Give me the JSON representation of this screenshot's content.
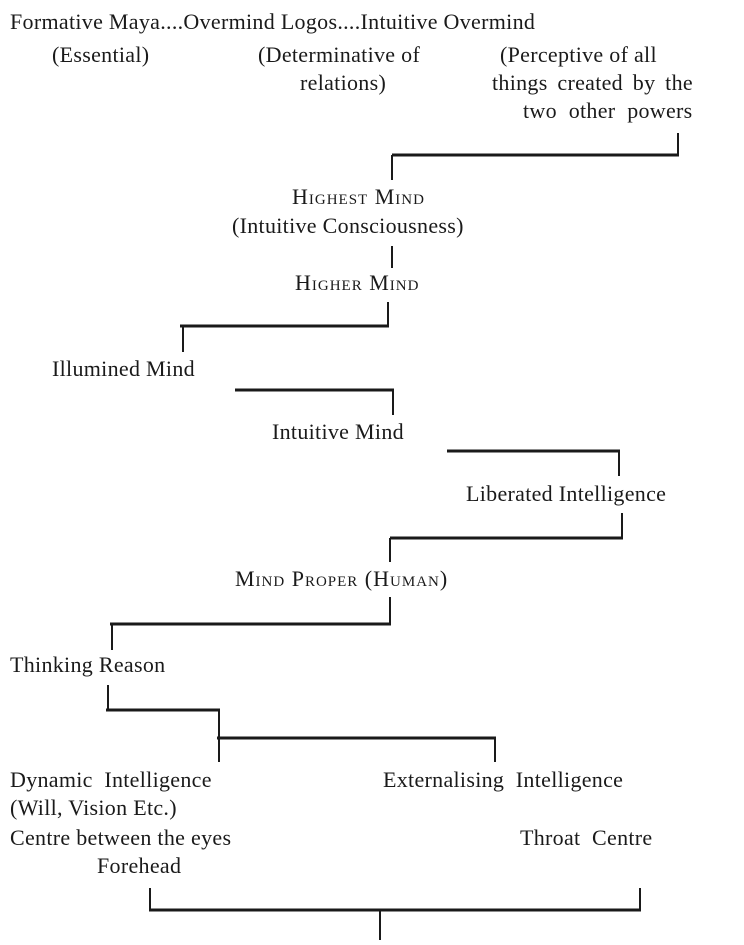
{
  "top_row": {
    "line1": "Formative Maya....Overmind Logos....Intuitive Overmind",
    "formative_sub": "(Essential)",
    "logos_sub1": "(Determinative of",
    "logos_sub2": "relations)",
    "overmind_sub1": "(Perceptive of all",
    "overmind_sub2": "things created by the",
    "overmind_sub3": "two other powers"
  },
  "levels": {
    "highest_mind": "Highest Mind",
    "highest_mind_sub": "(Intuitive Consciousness)",
    "higher_mind": "Higher Mind",
    "illumined_mind": "Illumined Mind",
    "intuitive_mind": "Intuitive Mind",
    "liberated_intelligence": "Liberated Intelligence",
    "mind_proper": "Mind Proper (Human)",
    "thinking_reason": "Thinking Reason",
    "dynamic_intelligence": "Dynamic  Intelligence",
    "dynamic_sub": "(Will, Vision Etc.)",
    "dynamic_centre": "Centre between the eyes",
    "dynamic_location": "Forehead",
    "externalising_intelligence": "Externalising  Intelligence",
    "externalising_centre": "Throat  Centre"
  }
}
